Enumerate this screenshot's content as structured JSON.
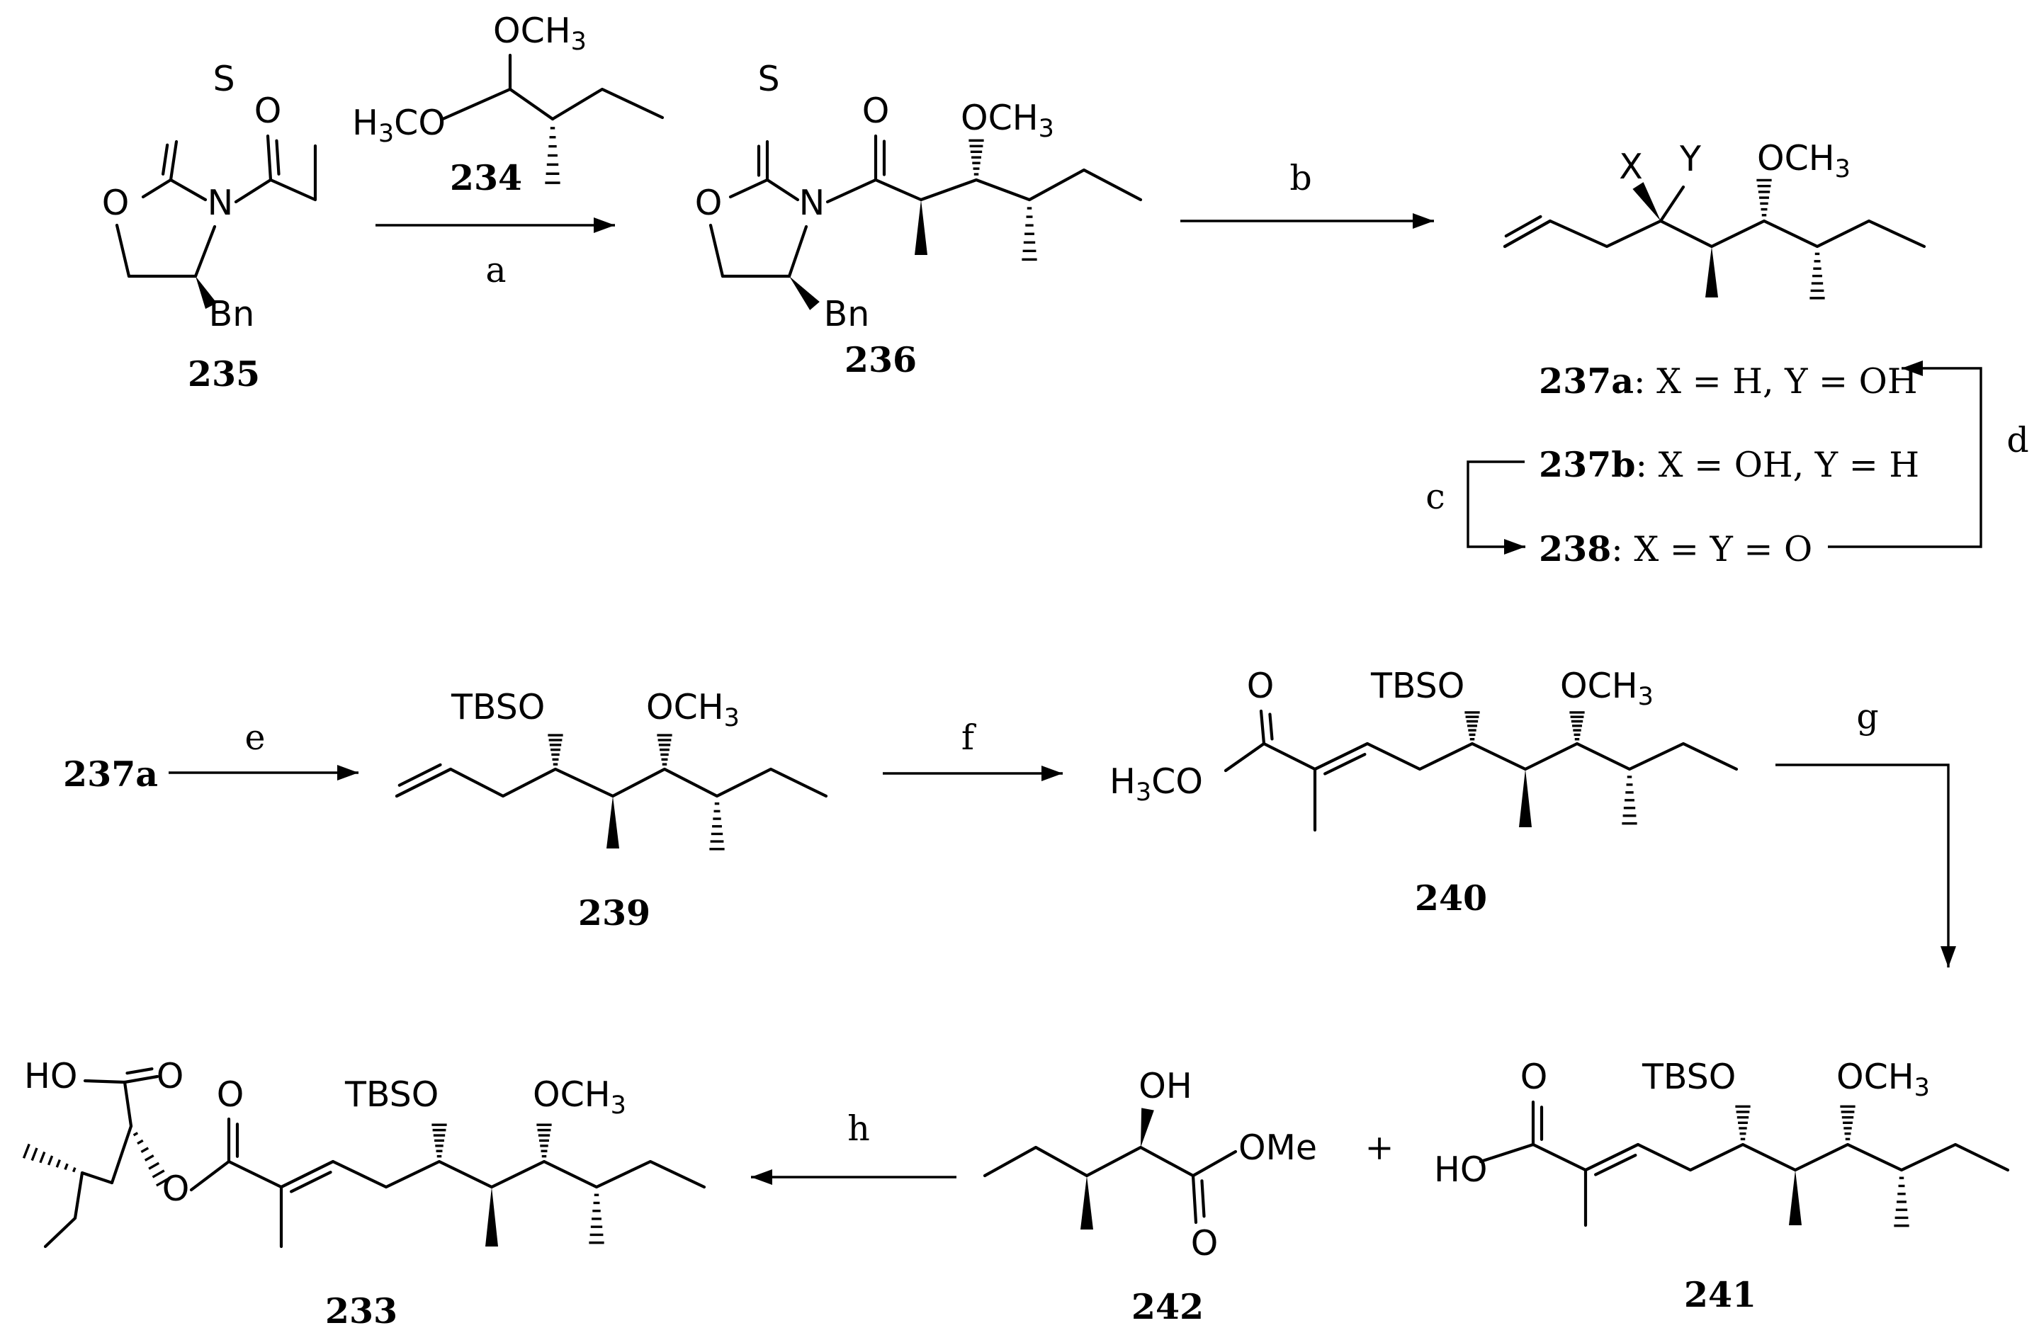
{
  "scheme": {
    "compounds": {
      "c235": "235",
      "c234": "234",
      "c236": "236",
      "c239": "239",
      "c240": "240",
      "c233": "233",
      "c242": "242",
      "c241": "241"
    },
    "reagents": {
      "a": "a",
      "b": "b",
      "c": "c",
      "d": "d",
      "e": "e",
      "f": "f",
      "g": "g",
      "h": "h"
    },
    "atoms": {
      "s": "S",
      "o": "O",
      "n": "N",
      "bn": "Bn",
      "och3": "OCH",
      "h3c": "H",
      "co": "CO",
      "sub3": "3",
      "x": "X",
      "y": "Y",
      "tbso": "TBSO",
      "ho": "HO",
      "oh": "OH",
      "ome": "OMe",
      "plus": "+",
      "start_237a": "237a"
    },
    "definitions": {
      "d237a": {
        "id": "237a",
        "text": ": X = H, Y = OH"
      },
      "d237b": {
        "id": "237b",
        "text": ": X = OH, Y = H"
      },
      "d238": {
        "id": "238",
        "text": ": X = Y = O"
      }
    }
  }
}
